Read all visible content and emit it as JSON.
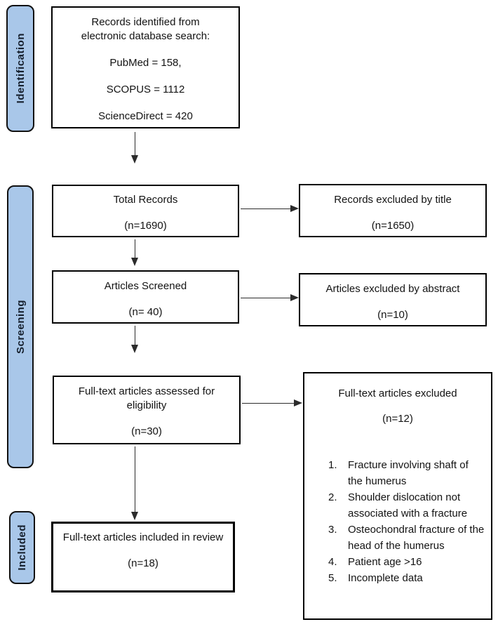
{
  "sidebar": {
    "identification_label": "Identification",
    "screening_label": "Screening",
    "included_label": "Included"
  },
  "boxes": {
    "records_identified": {
      "lines": [
        "Records identified from",
        "electronic database search:",
        "PubMed = 158,",
        "SCOPUS = 1112",
        "ScienceDirect = 420"
      ]
    },
    "total_records": {
      "title": "Total Records",
      "count": "(n=1690)"
    },
    "excluded_by_title": {
      "title": "Records excluded by title",
      "count": "(n=1650)"
    },
    "articles_screened": {
      "title": "Articles Screened",
      "count": "(n= 40)"
    },
    "excluded_by_abstract": {
      "title": "Articles excluded by abstract",
      "count": "(n=10)"
    },
    "fulltext_assessed": {
      "title": "Full-text articles assessed for eligibility",
      "count": "(n=30)"
    },
    "fulltext_excluded": {
      "title": "Full-text articles excluded",
      "count": "(n=12)",
      "reasons": [
        "Fracture involving shaft of the humerus",
        "Shoulder dislocation not associated with a fracture",
        "Osteochondral fracture of the head of the humerus",
        "Patient age >16",
        "Incomplete data"
      ]
    },
    "included_in_review": {
      "title": "Full-text articles included in review",
      "count": "(n=18)"
    }
  },
  "colors": {
    "stage_fill": "#A9C7E9",
    "stage_border": "#111111",
    "box_border": "#000000",
    "arrow": "#2b2b2b",
    "text": "#131313"
  }
}
